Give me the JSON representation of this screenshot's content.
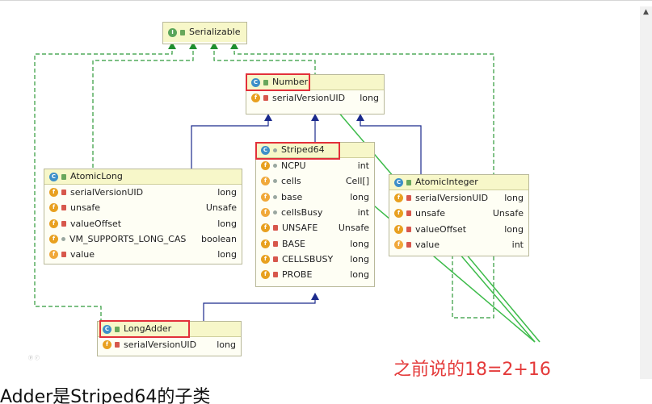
{
  "classes": {
    "serializable": {
      "icon": "I",
      "name": "Serializable",
      "fields": []
    },
    "number": {
      "icon": "C",
      "name": "Number",
      "fields": [
        {
          "name": "serialVersionUID",
          "type": "long"
        }
      ]
    },
    "striped64": {
      "icon": "C",
      "name": "Striped64",
      "fields": [
        {
          "name": "NCPU",
          "type": "int"
        },
        {
          "name": "cells",
          "type": "Cell[]"
        },
        {
          "name": "base",
          "type": "long"
        },
        {
          "name": "cellsBusy",
          "type": "int"
        },
        {
          "name": "UNSAFE",
          "type": "Unsafe"
        },
        {
          "name": "BASE",
          "type": "long"
        },
        {
          "name": "CELLSBUSY",
          "type": "long"
        },
        {
          "name": "PROBE",
          "type": "long"
        }
      ]
    },
    "atomicLong": {
      "icon": "C",
      "name": "AtomicLong",
      "fields": [
        {
          "name": "serialVersionUID",
          "type": "long"
        },
        {
          "name": "unsafe",
          "type": "Unsafe"
        },
        {
          "name": "valueOffset",
          "type": "long"
        },
        {
          "name": "VM_SUPPORTS_LONG_CAS",
          "type": "boolean"
        },
        {
          "name": "value",
          "type": "long"
        }
      ]
    },
    "atomicInteger": {
      "icon": "C",
      "name": "AtomicInteger",
      "fields": [
        {
          "name": "serialVersionUID",
          "type": "long"
        },
        {
          "name": "unsafe",
          "type": "Unsafe"
        },
        {
          "name": "valueOffset",
          "type": "long"
        },
        {
          "name": "value",
          "type": "int"
        }
      ]
    },
    "longAdder": {
      "icon": "C",
      "name": "LongAdder",
      "fields": [
        {
          "name": "serialVersionUID",
          "type": "long"
        }
      ]
    }
  },
  "annotation": "之前说的18=2+16",
  "bottom_text": "Adder是Striped64的子类",
  "small_mark": "ⓟ ⓡ",
  "colors": {
    "highlight": "#e2303a",
    "annotation": "#e43a3a",
    "arrow_green": "#3dbb4a",
    "inherit_blue": "#1b2a8c",
    "impl_green": "#2f9a3a"
  }
}
